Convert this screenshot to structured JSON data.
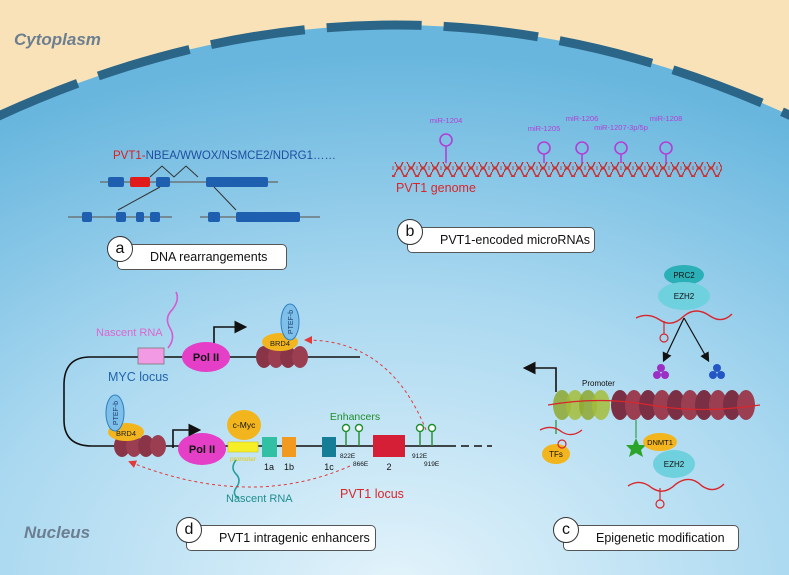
{
  "regions": {
    "cytoplasm": "Cytoplasm",
    "nucleus": "Nucleus"
  },
  "panel_a": {
    "letter": "a",
    "caption": "DNA rearrangements",
    "fusion_prefix": "PVT1-",
    "fusion_partners": "NBEA/WWOX/NSMCE2/NDRG1……"
  },
  "panel_b": {
    "letter": "b",
    "caption": "PVT1-encoded microRNAs",
    "genome_label": "PVT1 genome",
    "mirnas": [
      "miR-1204",
      "miR-1205",
      "miR-1206",
      "miR-1207-3p/5p",
      "miR-1208"
    ]
  },
  "panel_c": {
    "letter": "c",
    "caption": "Epigenetic modification",
    "prc2": "PRC2",
    "ezh2": "EZH2",
    "promoter": "Promoter",
    "tfs": "TFs",
    "dnmt1": "DNMT1"
  },
  "panel_d": {
    "letter": "d",
    "caption": "PVT1 intragenic enhancers",
    "nascent_rna_top": "Nascent RNA",
    "ptefb": "PTEF-b",
    "brd4": "BRD4",
    "pol2": "Pol II",
    "myc_locus": "MYC locus",
    "cmyc": "c-Myc",
    "promoter": "promoter",
    "enhancers": "Enhancers",
    "exons": [
      "1a",
      "1b",
      "1c",
      "2"
    ],
    "enhancer_sites": [
      "822E",
      "866E",
      "912E",
      "919E"
    ],
    "nascent_rna_bottom": "Nascent RNA",
    "pvt1_locus": "PVT1 locus"
  },
  "colors": {
    "cytoplasm_bg": "#f9e2b8",
    "nucleus_bg": "#9fd2ee",
    "membrane": "#2b6688",
    "mirna": "#b23fd6",
    "genome_red": "#d8262b",
    "locus_blue": "#1f64ad",
    "pol2": "#e43fc6",
    "enhancer_green": "#1f8e2b"
  }
}
